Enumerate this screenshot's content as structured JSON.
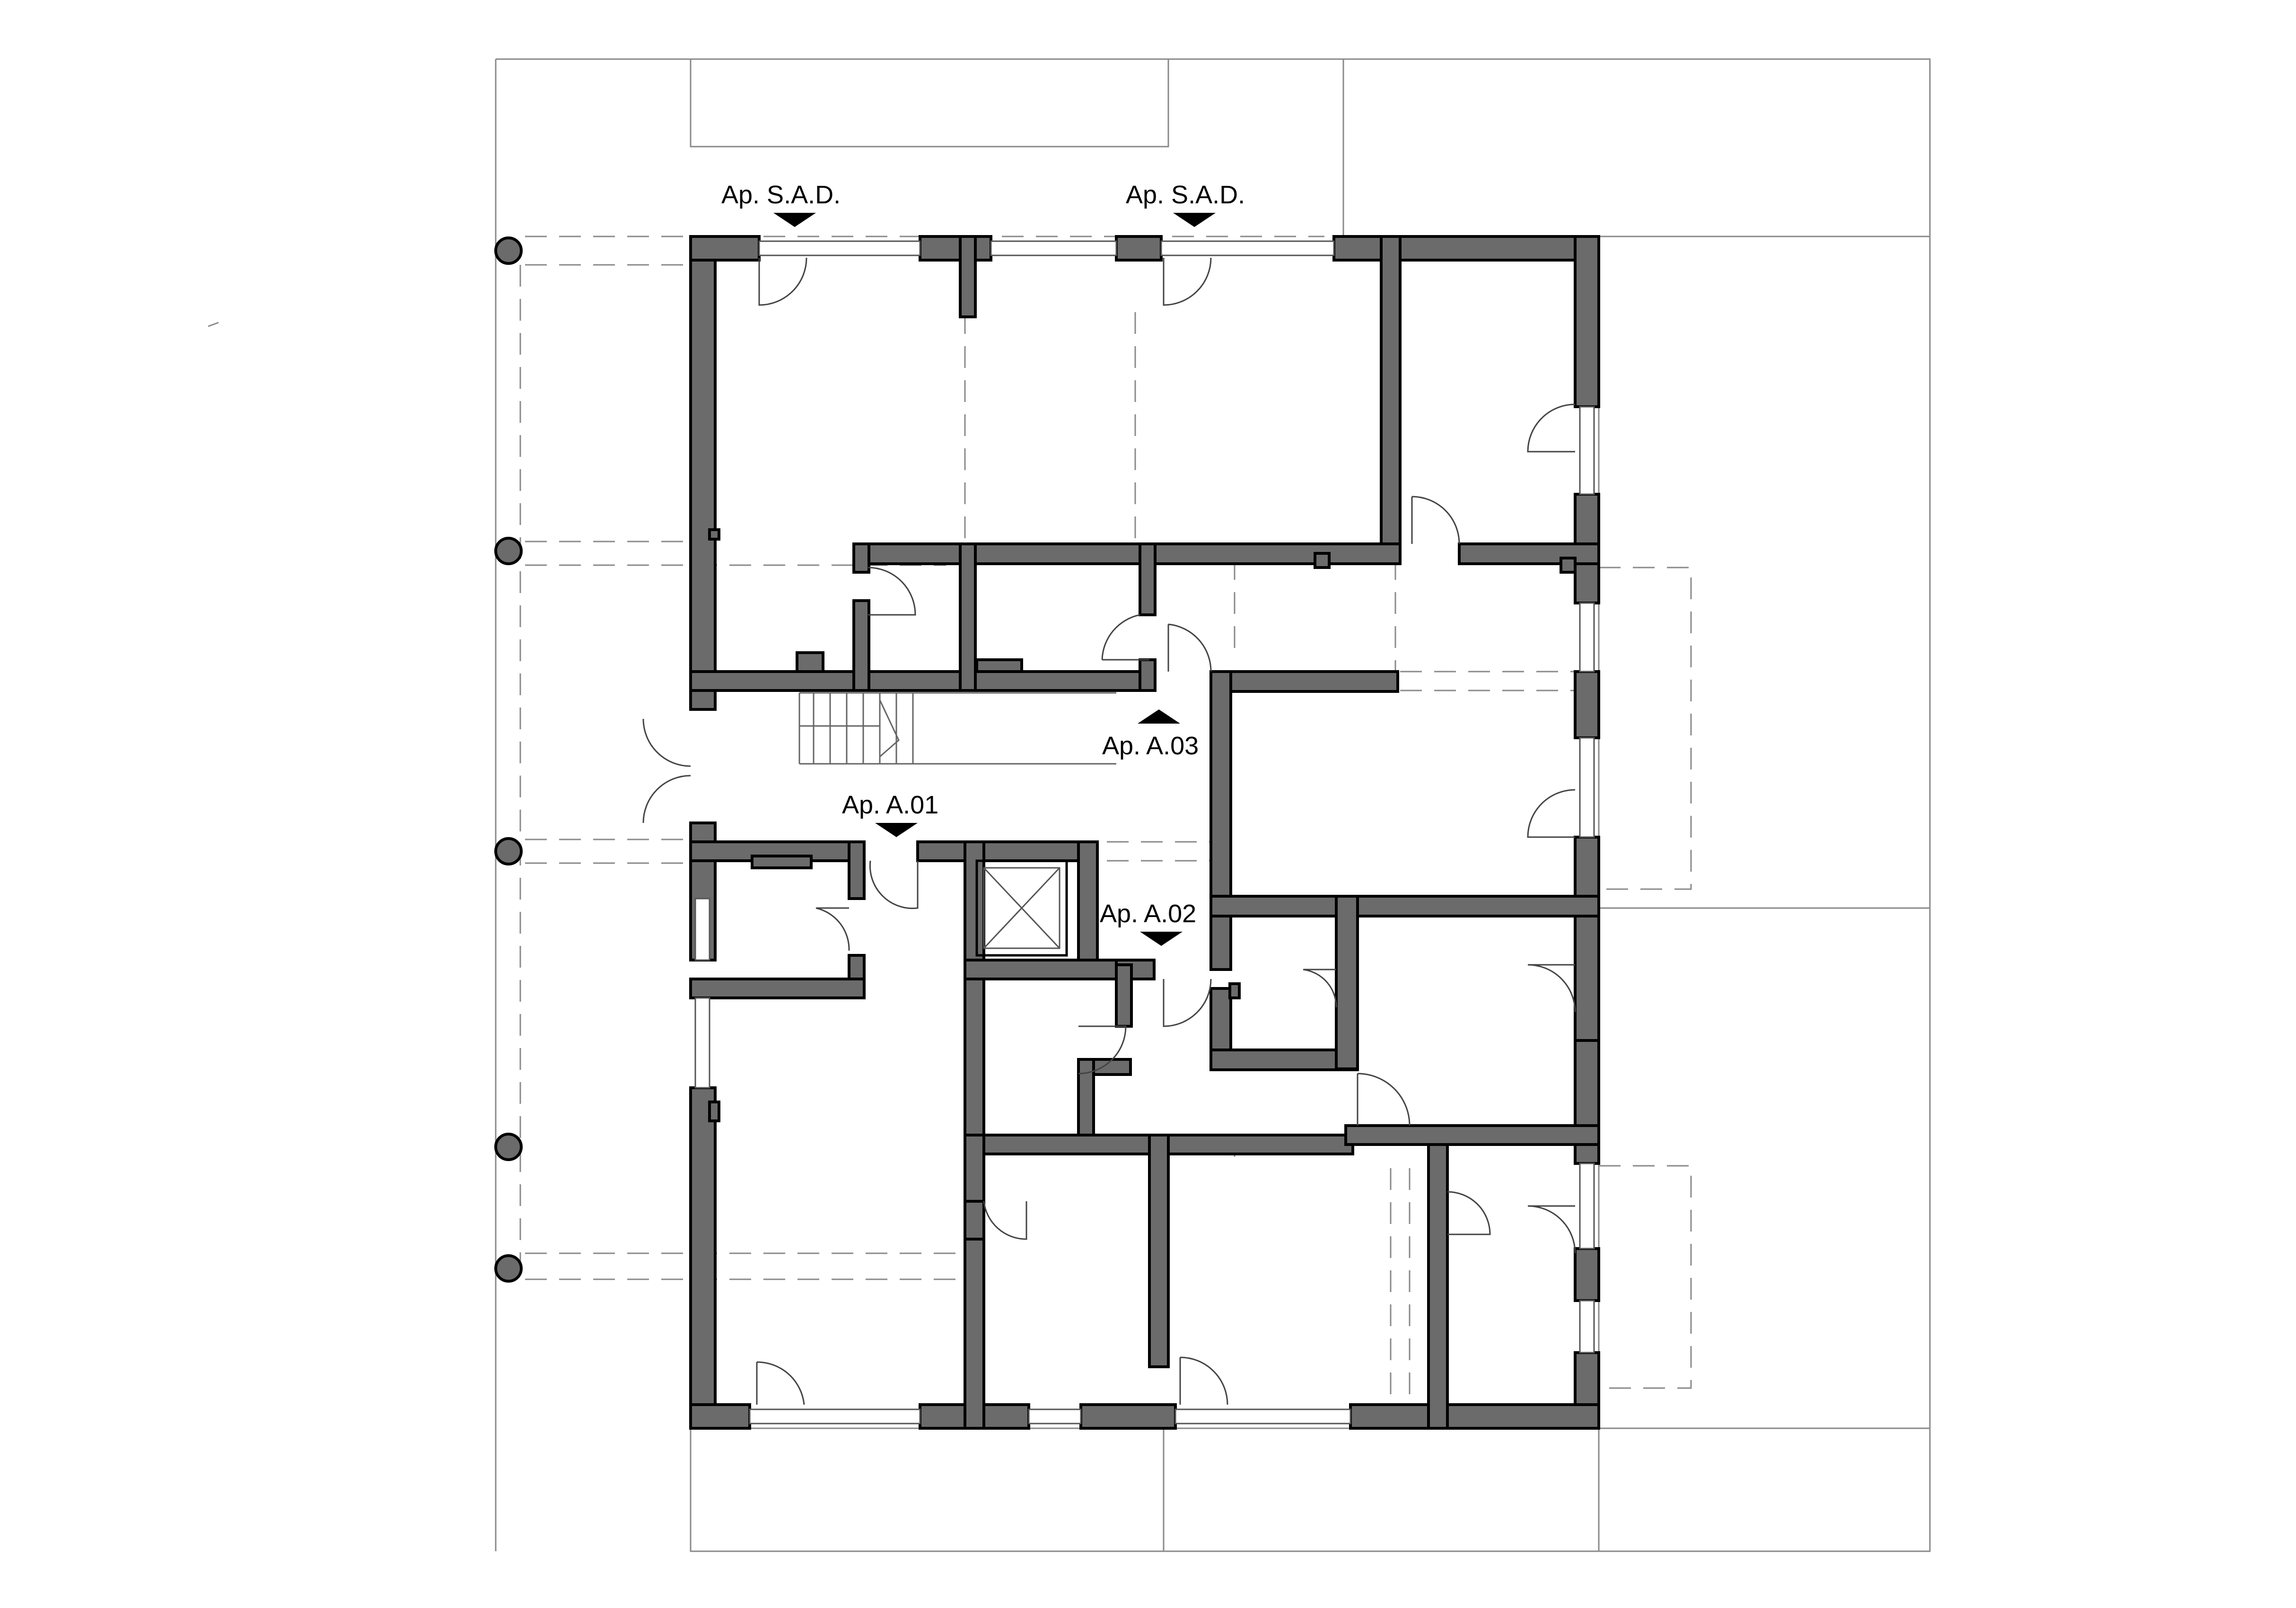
{
  "labels": {
    "sad_left": "Ap. S.A.D.",
    "sad_right": "Ap. S.A.D.",
    "a01": "Ap. A.01",
    "a02": "Ap. A.02",
    "a03": "Ap. A.03"
  },
  "icons": {
    "arrow": "triangle-arrow-icon",
    "column": "column-circle-icon",
    "vegetation": "grass-hatch-pattern",
    "elevator": "elevator-cross-icon"
  },
  "colors": {
    "wall_fill": "#6b6b6b",
    "wall_outline": "#000000",
    "line": "#8a8a8a",
    "background": "#ffffff"
  }
}
